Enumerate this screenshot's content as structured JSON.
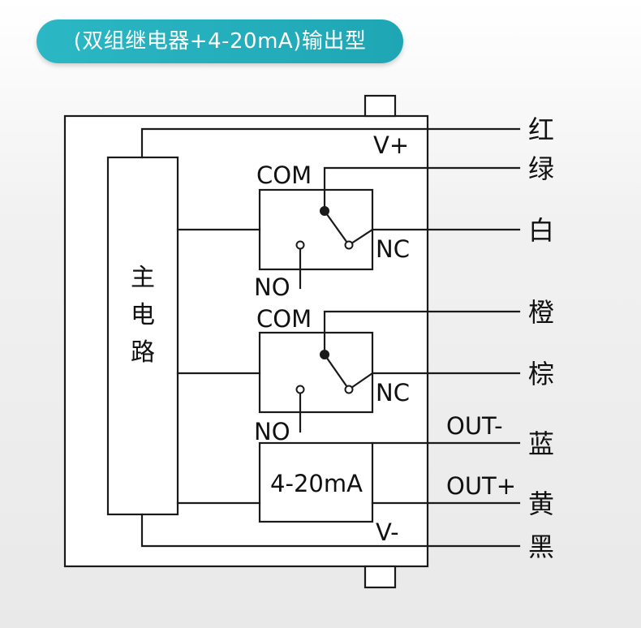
{
  "header": {
    "title": "(双组继电器+4-20mA)输出型"
  },
  "diagram": {
    "main_circuit_label": "主电路",
    "relays": [
      {
        "com": "COM",
        "no": "NO",
        "nc": "NC"
      },
      {
        "com": "COM",
        "no": "NO",
        "nc": "NC"
      }
    ],
    "current_module": "4-20mA",
    "terminals": {
      "v_plus": "V+",
      "v_minus": "V-",
      "out_minus": "OUT-",
      "out_plus": "OUT+"
    },
    "wires": [
      "红",
      "绿",
      "白",
      "橙",
      "棕",
      "蓝",
      "黄",
      "黑"
    ]
  }
}
